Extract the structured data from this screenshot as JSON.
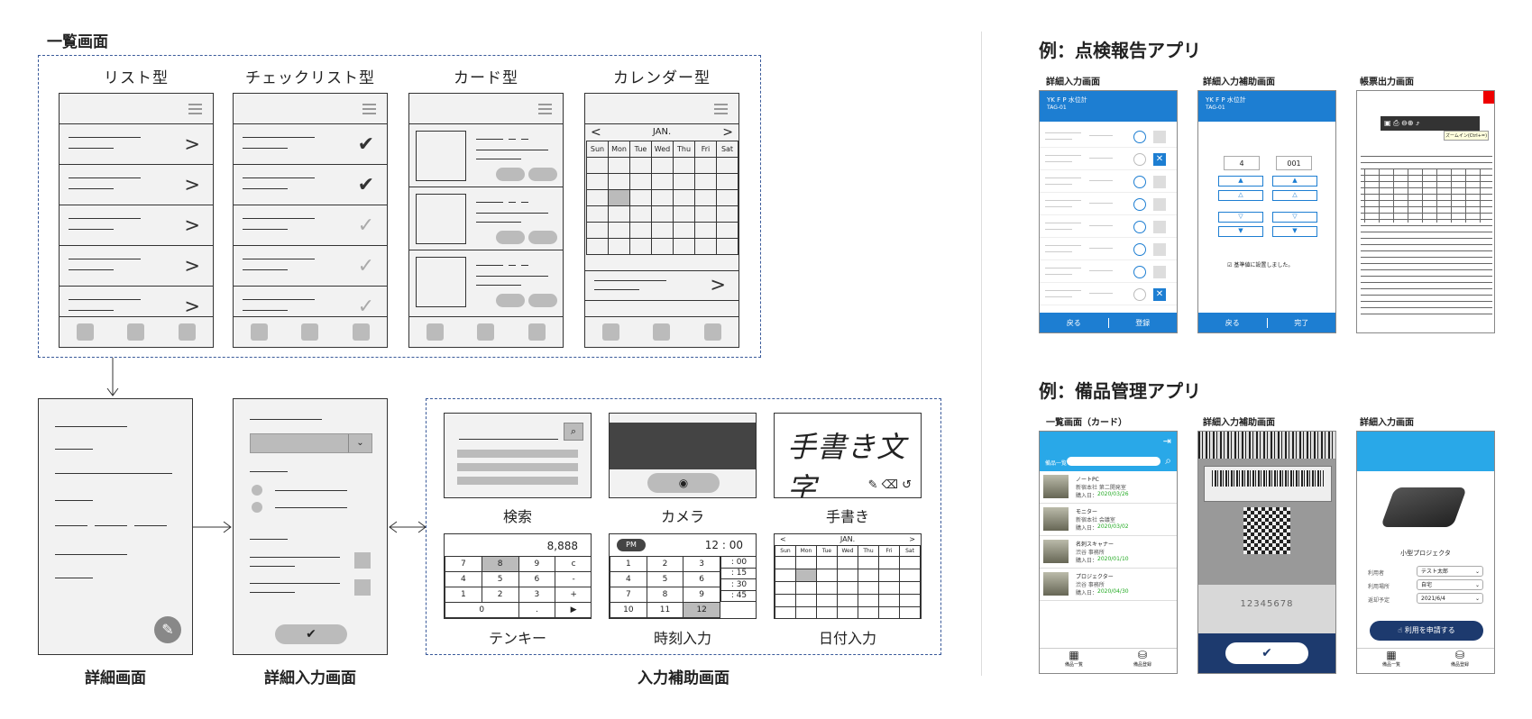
{
  "list_section": {
    "title": "一覧画面",
    "variants": [
      "リスト型",
      "チェックリスト型",
      "カード型",
      "カレンダー型"
    ]
  },
  "calendar": {
    "month": "JAN.",
    "days": [
      "Sun",
      "Mon",
      "Tue",
      "Wed",
      "Thu",
      "Fri",
      "Sat"
    ]
  },
  "screens": {
    "detail": "詳細画面",
    "detail_input": "詳細入力画面",
    "assist": "入力補助画面"
  },
  "assist": {
    "search": "検索",
    "camera": "カメラ",
    "handwriting": "手書き",
    "handwriting_sample": "手書き文字",
    "tenkey": "テンキー",
    "time": "時刻入力",
    "date": "日付入力",
    "tenkey_display": "8,888",
    "time_ampm": "PM",
    "time_display": "12 : 00",
    "minutes": [
      ": 00",
      ": 15",
      ": 30",
      ": 45"
    ],
    "keys": [
      "7",
      "8",
      "9",
      "c",
      "4",
      "5",
      "6",
      "-",
      "1",
      "2",
      "3",
      "+",
      "0",
      ".",
      "▶"
    ],
    "hour_keys": [
      "1",
      "2",
      "3",
      "4",
      "5",
      "6",
      "7",
      "8",
      "9",
      "10",
      "11",
      "12",
      "▶"
    ],
    "cal_month": "JAN.",
    "cal_days": [
      "Sun",
      "Mon",
      "Tue",
      "Wed",
      "Thu",
      "Fri",
      "Sat"
    ]
  },
  "example1": {
    "title": "例：点検報告アプリ",
    "screens": [
      "詳細入力画面",
      "詳細入力補助画面",
      "帳票出力画面"
    ],
    "app_name": "YK F P 水位計",
    "tag": "TAG-01",
    "btn_back": "戻る",
    "btn_register": "登録",
    "btn_done": "完了",
    "checkbox_text": "基準値に設置しました。",
    "value_a": "4",
    "value_b": "001",
    "zoom_label": "ズームイン(Ctrl+=)"
  },
  "example2": {
    "title": "例：備品管理アプリ",
    "screens": [
      "一覧画面（カード）",
      "詳細入力補助画面",
      "詳細入力画面"
    ],
    "list_header": "備品一覧",
    "items": [
      {
        "name": "ノートPC",
        "loc": "新宿本社 第二開発室",
        "date": "購入日：",
        "val": "2020/03/26"
      },
      {
        "name": "モニター",
        "loc": "新宿本社 会議室",
        "date": "購入日：",
        "val": "2020/03/02"
      },
      {
        "name": "名刺スキャナー",
        "loc": "渋谷 事務所",
        "date": "購入日：",
        "val": "2020/01/10"
      },
      {
        "name": "プロジェクター",
        "loc": "渋谷 事務所",
        "date": "購入日：",
        "val": "2020/04/30"
      }
    ],
    "tab_list": "備品一覧",
    "tab_db": "備品登録",
    "barcode_number": "12345678",
    "product": "小型プロジェクタ",
    "fields": [
      {
        "label": "利用者",
        "value": "テスト太郎"
      },
      {
        "label": "利用場所",
        "value": "自宅"
      },
      {
        "label": "返却予定",
        "value": "2021/6/4"
      }
    ],
    "apply_button": "利用を申請する"
  }
}
